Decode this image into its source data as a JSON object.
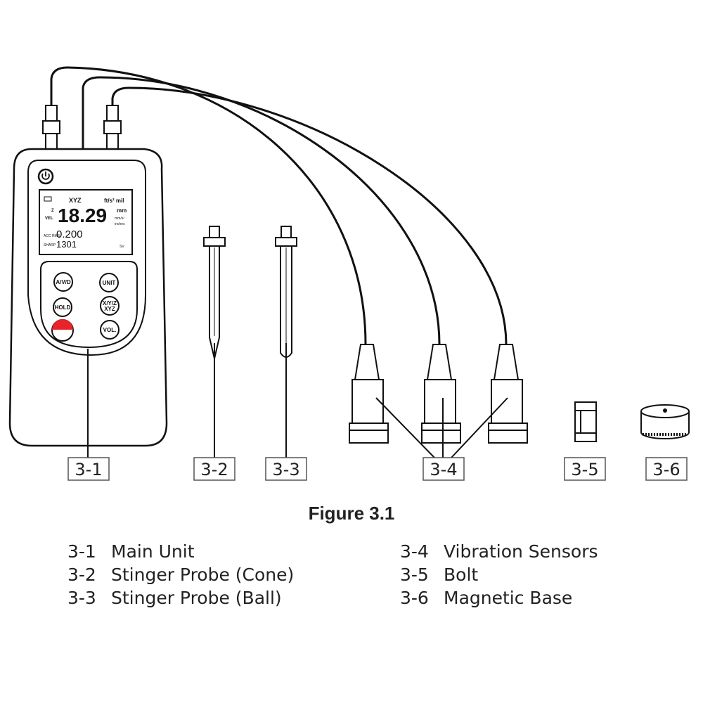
{
  "figure": {
    "caption": "Figure 3.1",
    "part_labels": {
      "main_unit": "3-1",
      "stinger_cone": "3-2",
      "stinger_ball": "3-3",
      "vibration_sensors": "3-4",
      "bolt": "3-5",
      "magnetic_base": "3-6"
    },
    "legend": [
      {
        "code": "3-1",
        "text": "Main Unit"
      },
      {
        "code": "3-2",
        "text": "Stinger Probe (Cone)"
      },
      {
        "code": "3-3",
        "text": "Stinger Probe (Ball)"
      },
      {
        "code": "3-4",
        "text": "Vibration Sensors"
      },
      {
        "code": "3-5",
        "text": "Bolt"
      },
      {
        "code": "3-6",
        "text": "Magnetic Base"
      }
    ]
  },
  "device": {
    "buttons": {
      "avd": "A/V/D",
      "unit": "UNIT",
      "hold": "HOLD",
      "xyz_line1": "X/Y/Z",
      "xyz_line2": "XYZ",
      "vol": "VOL."
    },
    "lcd": {
      "axis": "XYZ",
      "unit_top": "ft/s² mil",
      "axis_z": "Z",
      "mode_vel": "VEL",
      "main_value": "18.29",
      "unit_mm": "mm",
      "unit_mms2": "mm/s²",
      "unit_inches": "inches",
      "sub_value": "0.200",
      "count_value": "1301",
      "left_tags": "ACC RMS",
      "left_tag2": "SHARP",
      "corner_tag": "SV"
    }
  }
}
